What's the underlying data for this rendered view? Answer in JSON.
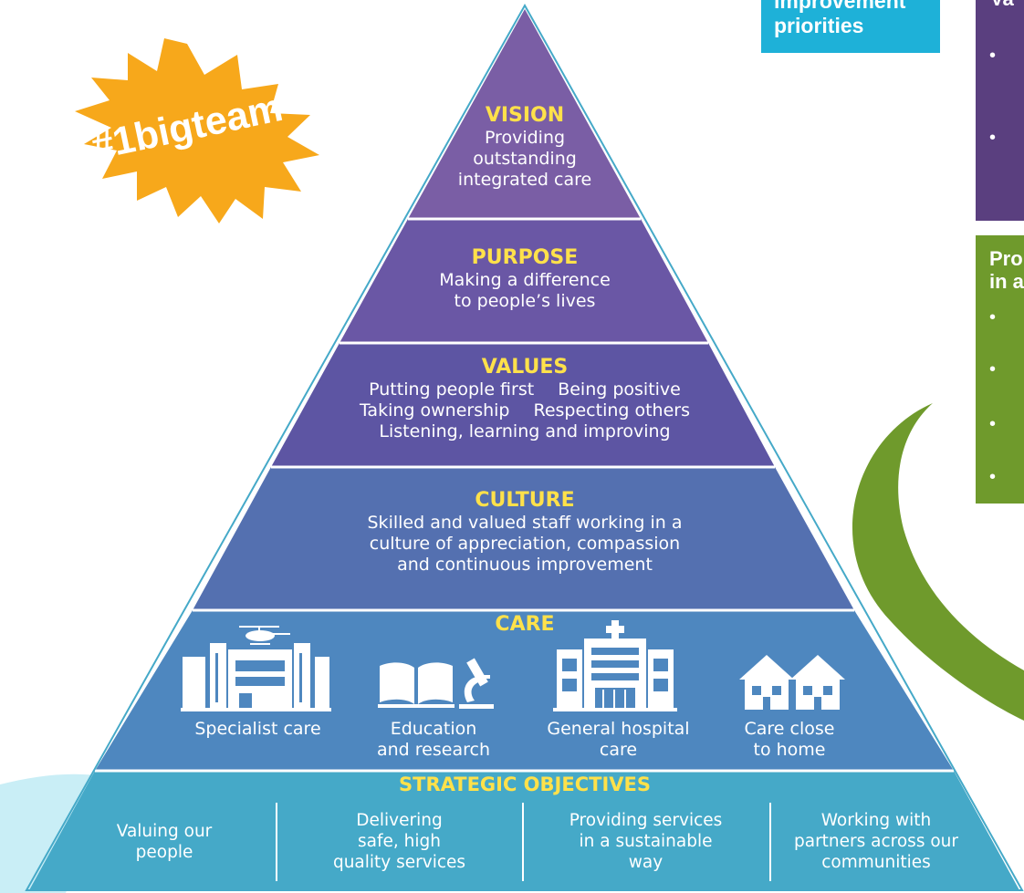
{
  "badge": {
    "text": "#1bigteam",
    "color": "#f7a81b"
  },
  "colors": {
    "vision": "#7a5ea5",
    "purpose": "#6a57a5",
    "values": "#5d55a3",
    "culture": "#5470b0",
    "care": "#4e87bf",
    "objectives": "#45a9c8",
    "title_yellow": "#ffe14a",
    "green_accent": "#6f9a2c",
    "light_cyan": "#c9eef6"
  },
  "pyramid": {
    "vision": {
      "title": "VISION",
      "body": [
        "Providing",
        "outstanding",
        "integrated care"
      ]
    },
    "purpose": {
      "title": "PURPOSE",
      "body": [
        "Making a difference",
        "to people’s lives"
      ]
    },
    "values": {
      "title": "VALUES",
      "row1": [
        "Putting people first",
        "Being positive"
      ],
      "row2": [
        "Taking ownership",
        "Respecting others"
      ],
      "row3": "Listening, learning and improving"
    },
    "culture": {
      "title": "CULTURE",
      "body": [
        "Skilled and valued staff working in a",
        "culture of appreciation, compassion",
        "and continuous improvement"
      ]
    },
    "care": {
      "title": "CARE",
      "items": [
        {
          "label": "Specialist care",
          "icon": "hospital-helicopter-icon"
        },
        {
          "label": "Education\nand research",
          "icon": "book-microscope-icon"
        },
        {
          "label": "General hospital\ncare",
          "icon": "general-hospital-icon"
        },
        {
          "label": "Care close\nto home",
          "icon": "houses-icon"
        }
      ]
    },
    "objectives": {
      "title": "STRATEGIC OBJECTIVES",
      "items": [
        "Valuing our\npeople",
        "Delivering\nsafe, high\nquality services",
        "Providing services\nin a sustainable\nway",
        "Working with\npartners across our\ncommunities"
      ]
    }
  },
  "side_panels": {
    "improvement": {
      "text": "improvement\npriorities"
    },
    "values_panel": {
      "title": "Va",
      "bullets": [
        "•",
        "•"
      ]
    },
    "programme_panel": {
      "title": "Pro\nin a",
      "bullets": [
        "•",
        "•",
        "•",
        "•"
      ]
    }
  }
}
